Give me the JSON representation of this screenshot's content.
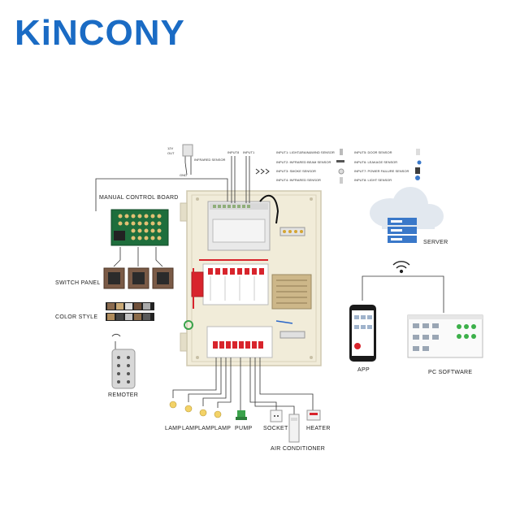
{
  "brand": {
    "logo_text": "KiNCONY",
    "color": "#1a6bc4"
  },
  "top_sensor": {
    "label": "INFRARED SENSOR",
    "wires": [
      "12V",
      "OUT",
      "GND"
    ],
    "input_labels": [
      "INPUT8",
      "INPUT1"
    ]
  },
  "sensor_list": {
    "col1": [
      "INPUT1: LIGHT&RAIN&WIND SENSOR",
      "INPUT2: INFRARED BEAM SENSOR",
      "INPUT3: SMOKE SENSOR",
      "INPUT4: INFRARED SENSOR"
    ],
    "col2": [
      "INPUT5: DOOR SENSOR",
      "INPUT6: LEAKAGE SENSOR",
      "INPUT7: POWER FAILURE SENSOR",
      "INPUT8: LIGHT SENSOR"
    ]
  },
  "left": {
    "manual_board": "MANUAL CONTROL BOARD",
    "switch_panel": "SWITCH PANEL",
    "color_style": "COLOR  STYLE",
    "remoter": "REMOTER"
  },
  "right": {
    "server": "SERVER",
    "app": "APP",
    "pc_software": "PC SOFTWARE"
  },
  "loads": [
    "LAMP",
    "LAMP",
    "LAMP",
    "LAMP",
    "PUMP",
    "SOCKET",
    "HEATER"
  ],
  "air_conditioner": "AIR CONDITIONER",
  "colors": {
    "cabinet": "#f1ecd9",
    "breaker_red": "#d8242c",
    "cloud": "#dfe6ee",
    "server": "#3a78c9"
  }
}
